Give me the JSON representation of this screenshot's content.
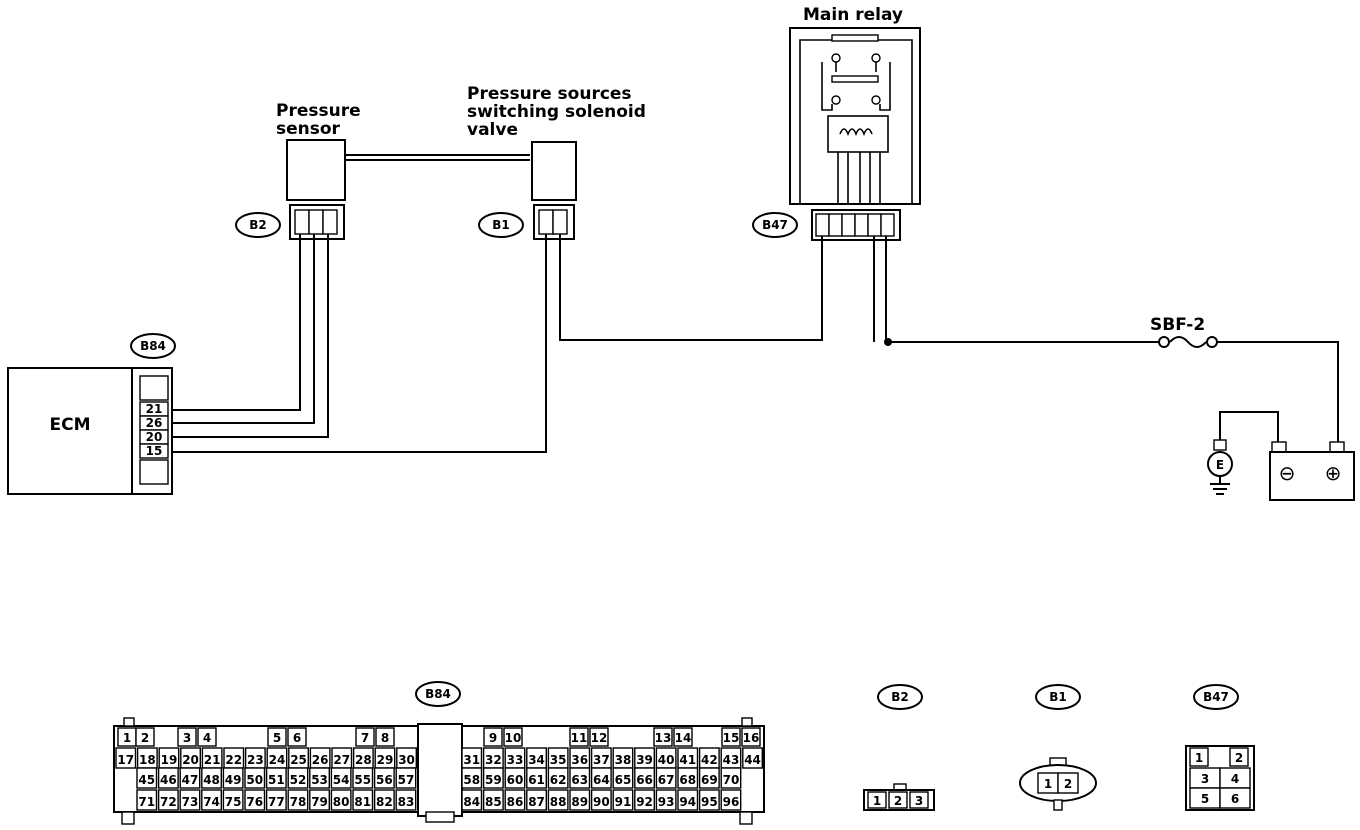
{
  "components": {
    "main_relay": "Main relay",
    "pressure_sensor": [
      "Pressure",
      "sensor"
    ],
    "solenoid_valve": [
      "Pressure sources",
      "switching solenoid",
      "valve"
    ],
    "ecm": "ECM",
    "fuse": "SBF-2",
    "ground_symbol": "E",
    "battery_minus": "⊖",
    "battery_plus": "⊕"
  },
  "connectors": {
    "b2": "B2",
    "b1": "B1",
    "b47": "B47",
    "b84": "B84"
  },
  "ecm_pins": [
    "21",
    "26",
    "20",
    "15"
  ],
  "b84_pinout": {
    "row1": [
      "1",
      "2",
      "3",
      "4",
      "5",
      "6",
      "7",
      "8",
      "9",
      "10",
      "11",
      "12",
      "13",
      "14",
      "15",
      "16"
    ],
    "row2": [
      "17",
      "18",
      "19",
      "20",
      "21",
      "22",
      "23",
      "24",
      "25",
      "26",
      "27",
      "28",
      "29",
      "30",
      "31",
      "32",
      "33",
      "34",
      "35",
      "36",
      "37",
      "38",
      "39",
      "40",
      "41",
      "42",
      "43",
      "44"
    ],
    "row3": [
      "45",
      "46",
      "47",
      "48",
      "49",
      "50",
      "51",
      "52",
      "53",
      "54",
      "55",
      "56",
      "57",
      "58",
      "59",
      "60",
      "61",
      "62",
      "63",
      "64",
      "65",
      "66",
      "67",
      "68",
      "69",
      "70"
    ],
    "row4": [
      "71",
      "72",
      "73",
      "74",
      "75",
      "76",
      "77",
      "78",
      "79",
      "80",
      "81",
      "82",
      "83",
      "84",
      "85",
      "86",
      "87",
      "88",
      "89",
      "90",
      "91",
      "92",
      "93",
      "94",
      "95",
      "96"
    ]
  },
  "b2_pins": [
    "1",
    "2",
    "3"
  ],
  "b1_pins": [
    "1",
    "2"
  ],
  "b47_pins": [
    "1",
    "2",
    "3",
    "4",
    "5",
    "6"
  ]
}
